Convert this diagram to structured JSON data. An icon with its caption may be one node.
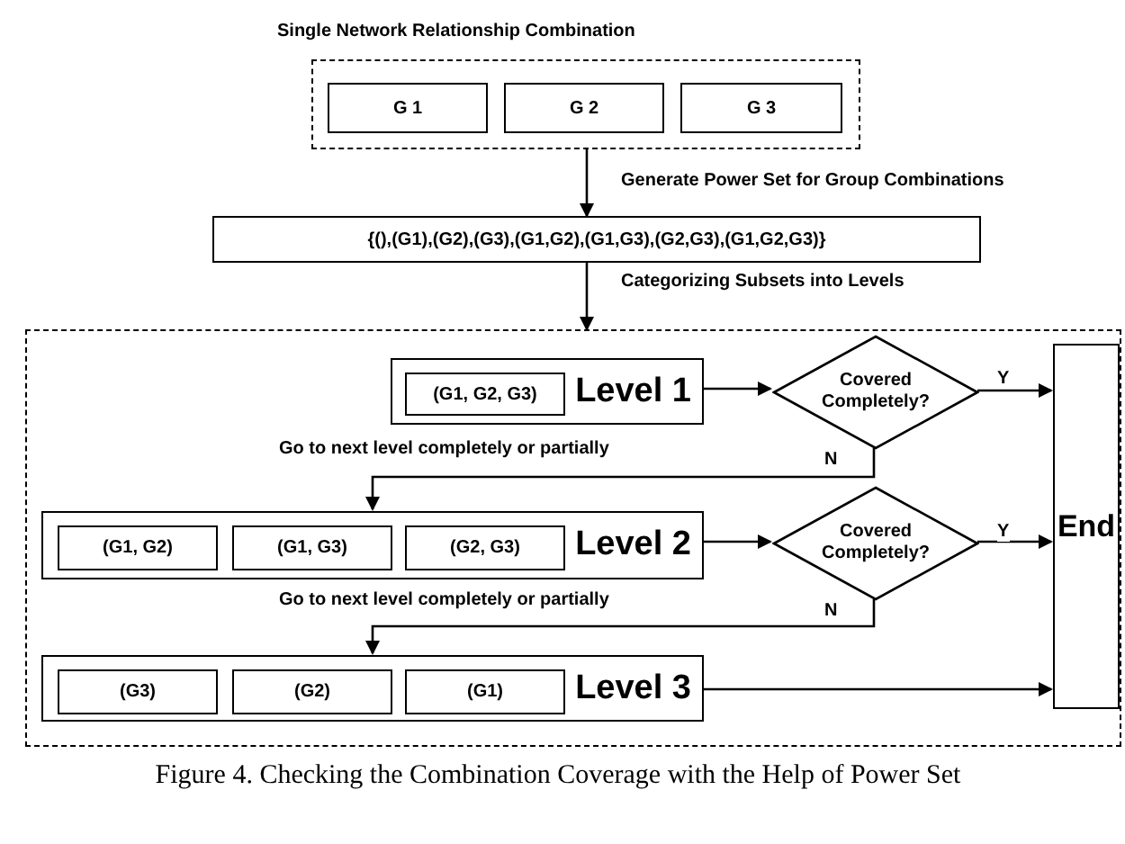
{
  "diagram": {
    "nodes": [
      {
        "text": [
          "Single Network Relationship Combination"
        ]
      },
      {
        "text": [
          "G 1"
        ],
        "in": 0
      },
      {
        "text": [
          "G 2"
        ],
        "in": 0
      },
      {
        "text": [
          "G 3"
        ],
        "in": 0
      },
      {
        "text": [
          "{(),(G1),(G2),(G3),(G1,G2),(G1,G3),(G2,G3),(G1,G2,G3)}"
        ]
      },
      {
        "text": [],
        "shape": "box"
      },
      {
        "text": [
          "Level 1"
        ],
        "in": 5
      },
      {
        "text": [
          "(G1, G2, G3)"
        ],
        "in": 6
      },
      {
        "text": [
          "Covered Completely?"
        ],
        "in": 5
      },
      {
        "text": [
          "End"
        ],
        "in": 5
      },
      {
        "text": [
          "Level 2"
        ],
        "in": 5
      },
      {
        "text": [
          "(G1, G2)"
        ],
        "in": 10
      },
      {
        "text": [
          "(G1, G3)"
        ],
        "in": 10
      },
      {
        "text": [
          "(G2, G3)"
        ],
        "in": 10
      },
      {
        "text": [
          "Covered Completely?"
        ],
        "in": 5
      },
      {
        "text": [
          "Level 3"
        ],
        "in": 5
      },
      {
        "text": [
          "(G3)"
        ],
        "in": 15
      },
      {
        "text": [
          "(G2)"
        ],
        "in": 15
      },
      {
        "text": [
          "(G1)"
        ],
        "in": 15
      }
    ],
    "edges": [
      {
        "from": 0,
        "to": 4,
        "arrow": "to",
        "label": "Generate Power Set for Group Combinations"
      },
      {
        "from": 4,
        "to": 5,
        "arrow": "to",
        "label": "Categorizing Subsets into Levels"
      },
      {
        "from": 6,
        "to": 8,
        "arrow": "to"
      },
      {
        "from": 8,
        "to": 9,
        "arrow": "to",
        "label": "Y"
      },
      {
        "from": 8,
        "to": 10,
        "arrow": "to",
        "label": "N"
      },
      {
        "from": 10,
        "to": 14,
        "arrow": "to"
      },
      {
        "from": 14,
        "to": 9,
        "arrow": "to",
        "label": "Y"
      },
      {
        "from": 14,
        "to": 15,
        "arrow": "to",
        "label": "N"
      },
      {
        "from": 15,
        "to": 9,
        "arrow": "to"
      }
    ],
    "labels": [
      "Go to next level completely or partially",
      "Go to next level completely or partially"
    ],
    "caption": "Figure 4. Checking the Combination Coverage with the Help of Power Set"
  }
}
